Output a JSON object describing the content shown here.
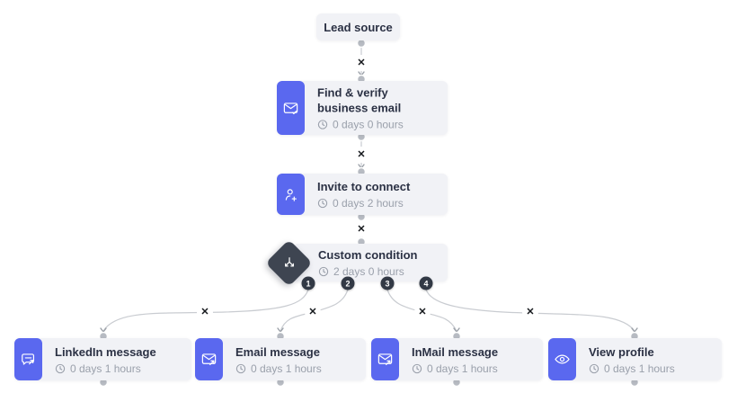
{
  "lead_source": {
    "label": "Lead source"
  },
  "steps": [
    {
      "title": "Find & verify business email",
      "duration": "0 days 0 hours",
      "icon": "envelope-check-icon"
    },
    {
      "title": "Invite to connect",
      "duration": "0 days 2 hours",
      "icon": "person-plus-icon"
    },
    {
      "title": "Custom condition",
      "duration": "2 days 0 hours",
      "icon": "branch-split-icon"
    }
  ],
  "branches": [
    {
      "number": "1"
    },
    {
      "number": "2"
    },
    {
      "number": "3"
    },
    {
      "number": "4"
    }
  ],
  "bottom_nodes": [
    {
      "title": "LinkedIn message",
      "duration": "0 days 1 hours",
      "icon": "chat-arrow-icon"
    },
    {
      "title": "Email message",
      "duration": "0 days 1 hours",
      "icon": "envelope-arrow-icon"
    },
    {
      "title": "InMail message",
      "duration": "0 days 1 hours",
      "icon": "envelope-arrow-icon"
    },
    {
      "title": "View profile",
      "duration": "0 days 1 hours",
      "icon": "eye-icon"
    }
  ],
  "connector": {
    "remove_glyph": "✕"
  },
  "colors": {
    "accent_blue": "#5a68ef",
    "node_background": "#f1f2f6",
    "title_text": "#2b3144",
    "muted_text": "#9aa0ab",
    "wire": "#c9ccd1",
    "dot": "#b7bbc2",
    "dark_shape": "#3e4551",
    "branch_dot": "#323945",
    "x_mark": "#15181c"
  }
}
